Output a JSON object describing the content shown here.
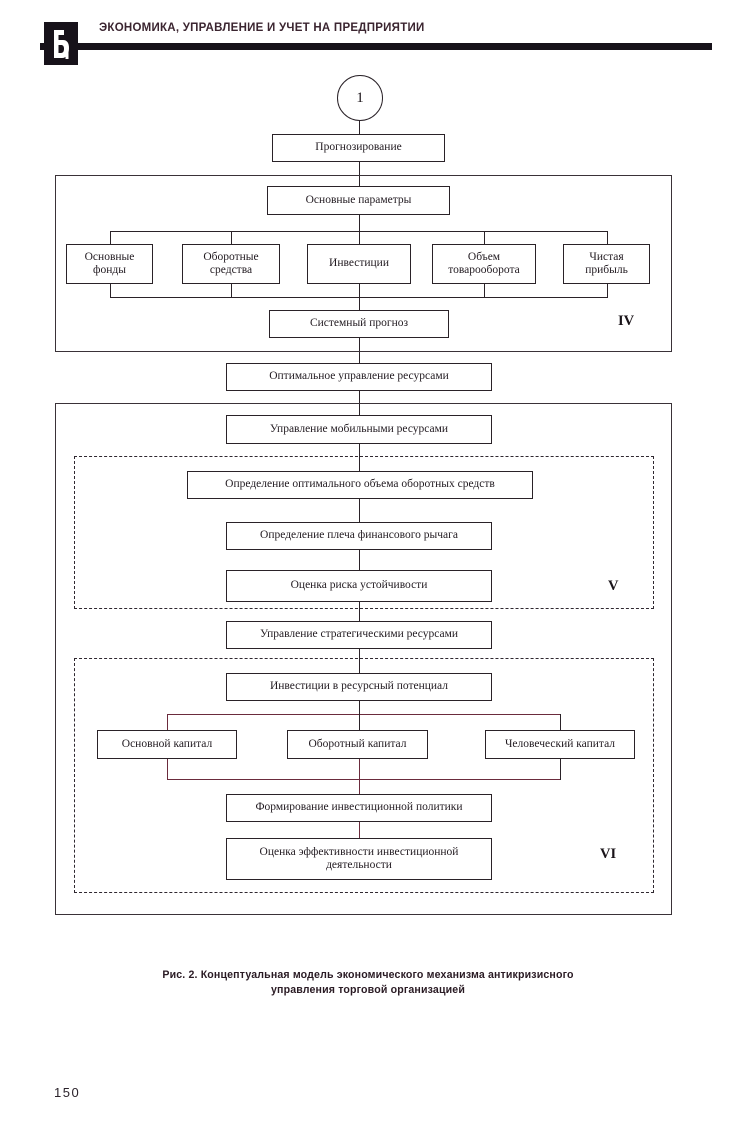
{
  "header": {
    "title": "ЭКОНОМИКА, УПРАВЛЕНИЕ И УЧЕТ НА ПРЕДПРИЯТИИ",
    "logo_icon": "journal-logo-b-icon"
  },
  "diagram": {
    "connector_circle": "1",
    "sections": [
      {
        "id": "IV",
        "label": "IV"
      },
      {
        "id": "V",
        "label": "V"
      },
      {
        "id": "VI",
        "label": "VI"
      }
    ],
    "nodes": {
      "forecasting": "Прогнозирование",
      "main_parameters": "Основные параметры",
      "fixed_assets": "Основные\nфонды",
      "working_capital_assets": "Оборотные\nсредства",
      "investments": "Инвестиции",
      "turnover_volume": "Объем\nтоварооборота",
      "net_profit": "Чистая\nприбыль",
      "system_forecast": "Системный прогноз",
      "optimal_resource_management": "Оптимальное управление ресурсами",
      "mobile_resource_management": "Управление мобильными ресурсами",
      "optimal_working_capital_volume": "Определение оптимального объема оборотных средств",
      "financial_leverage": "Определение плеча финансового рычага",
      "stability_risk_assessment": "Оценка риска устойчивости",
      "strategic_resource_management": "Управление стратегическими ресурсами",
      "investment_in_resource_potential": "Инвестиции в ресурсный потенциал",
      "fixed_capital": "Основной капитал",
      "working_capital": "Оборотный капитал",
      "human_capital": "Человеческий капитал",
      "investment_policy_formation": "Формирование инвестиционной политики",
      "investment_efficiency_assessment": "Оценка эффективности инвестиционной\nдеятельности"
    }
  },
  "caption": {
    "line1": "Рис. 2. Концептуальная модель экономического механизма антикризисного",
    "line2": "управления торговой организацией"
  },
  "folio": {
    "page_number": "150"
  },
  "colors": {
    "ink": "#1a1419",
    "rule": "#17121a",
    "header_text": "#3b2530",
    "connector_maroon": "#6b2b3d",
    "box_border": "#2a2228"
  }
}
